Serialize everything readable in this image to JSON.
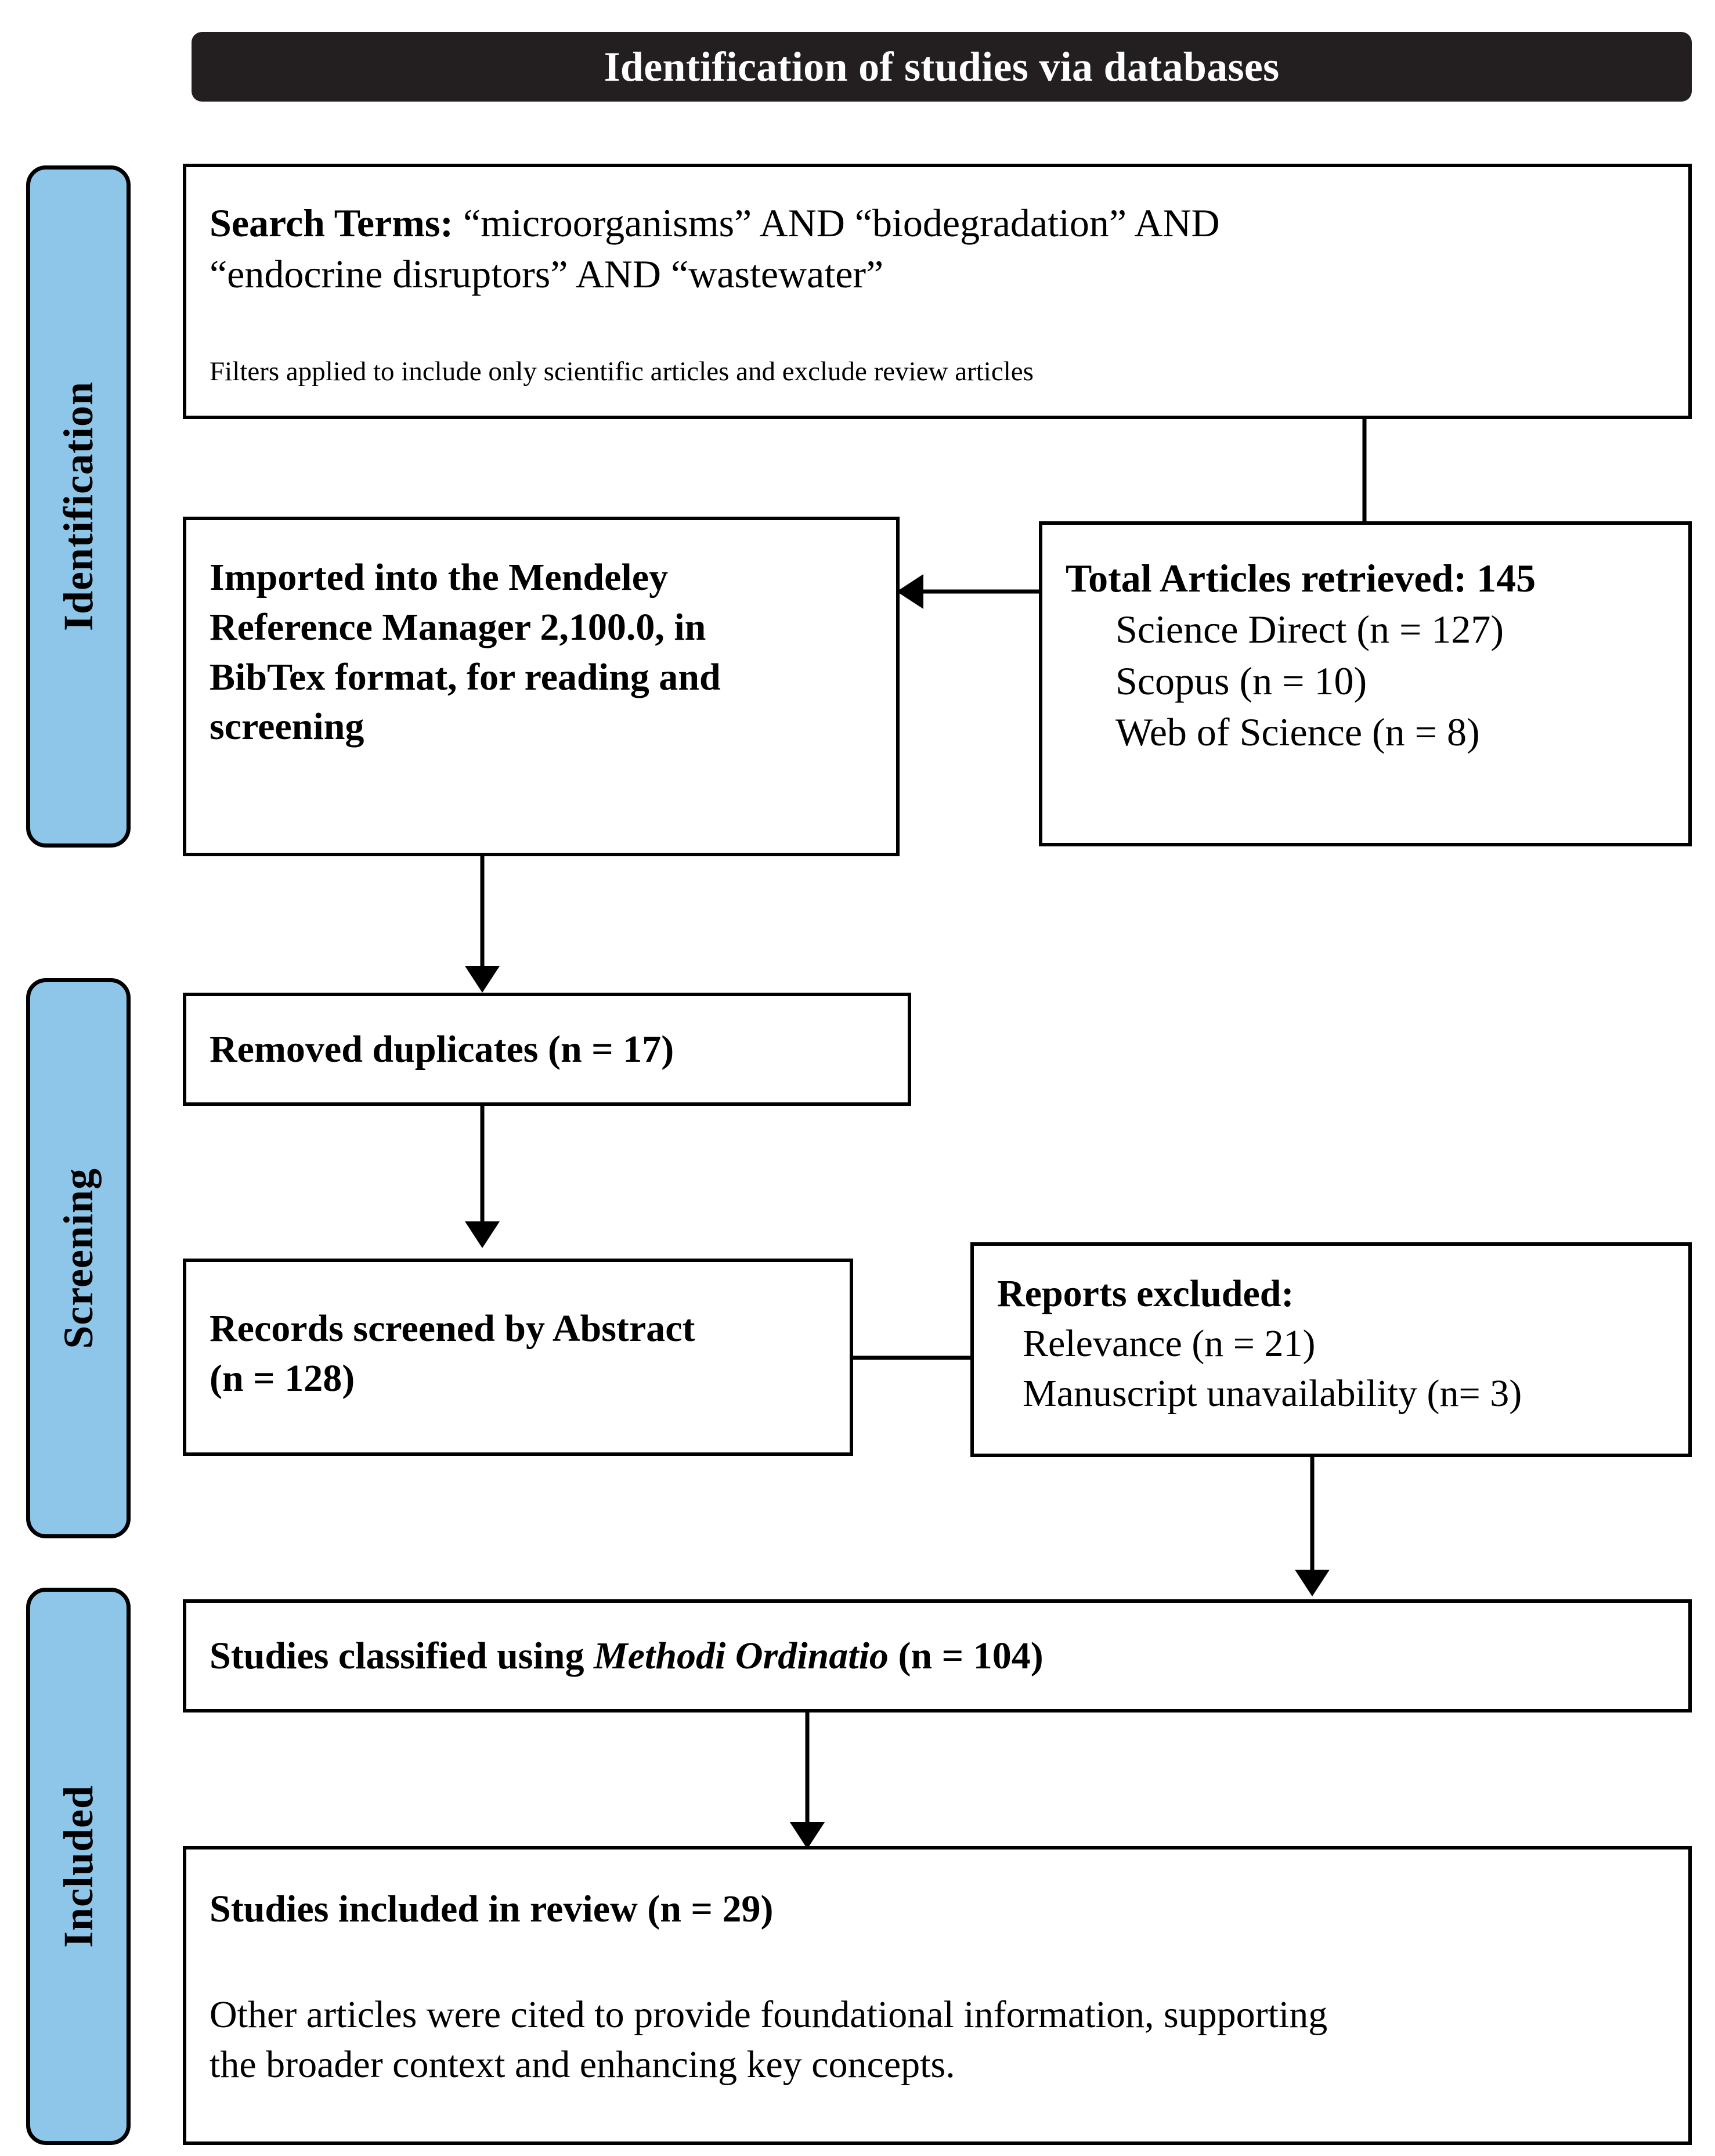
{
  "figure": {
    "title": "Identification of studies via databases"
  },
  "stages": [
    {
      "label": "Identification"
    },
    {
      "label": "Screening"
    },
    {
      "label": "Included"
    }
  ],
  "nodes": {
    "search": {
      "label_bold": "Search Terms:",
      "terms_line1": " “microorganisms” AND “biodegradation” AND",
      "terms_line2": "“endocrine disruptors” AND “wastewater”",
      "filters_note": "Filters applied to include only scientific articles and exclude review articles"
    },
    "retrieved": {
      "heading": "Total Articles retrieved: 145",
      "sources": [
        "Science Direct (n = 127)",
        "Scopus (n = 10)",
        "Web of Science (n = 8)"
      ]
    },
    "imported": {
      "text_line1": "Imported into the Mendeley",
      "text_line2": "Reference Manager 2,100.0, in",
      "text_line3": "BibTex format, for reading and",
      "text_line4": "screening"
    },
    "duplicates": {
      "text": "Removed duplicates (n = 17)"
    },
    "screened": {
      "text_line1": "Records screened by Abstract",
      "text_line2": "(n = 128)"
    },
    "excluded": {
      "heading": "Reports excluded:",
      "reasons": [
        "Relevance (n = 21)",
        "Manuscript unavailability (n= 3)"
      ]
    },
    "classified": {
      "prefix": "Studies classified using ",
      "method": "Methodi Ordinatio",
      "suffix": " (n = 104)"
    },
    "included": {
      "heading": "Studies included in review (n = 29)",
      "note_line1": "Other articles were cited to provide foundational information, supporting",
      "note_line2": "the broader context and enhancing key concepts."
    }
  },
  "colors": {
    "banner_background": "#231F20",
    "banner_text": "#FFFFFF",
    "stage_fill": "#8DC6E8",
    "border": "#000000",
    "node_background": "#FFFFFF"
  }
}
